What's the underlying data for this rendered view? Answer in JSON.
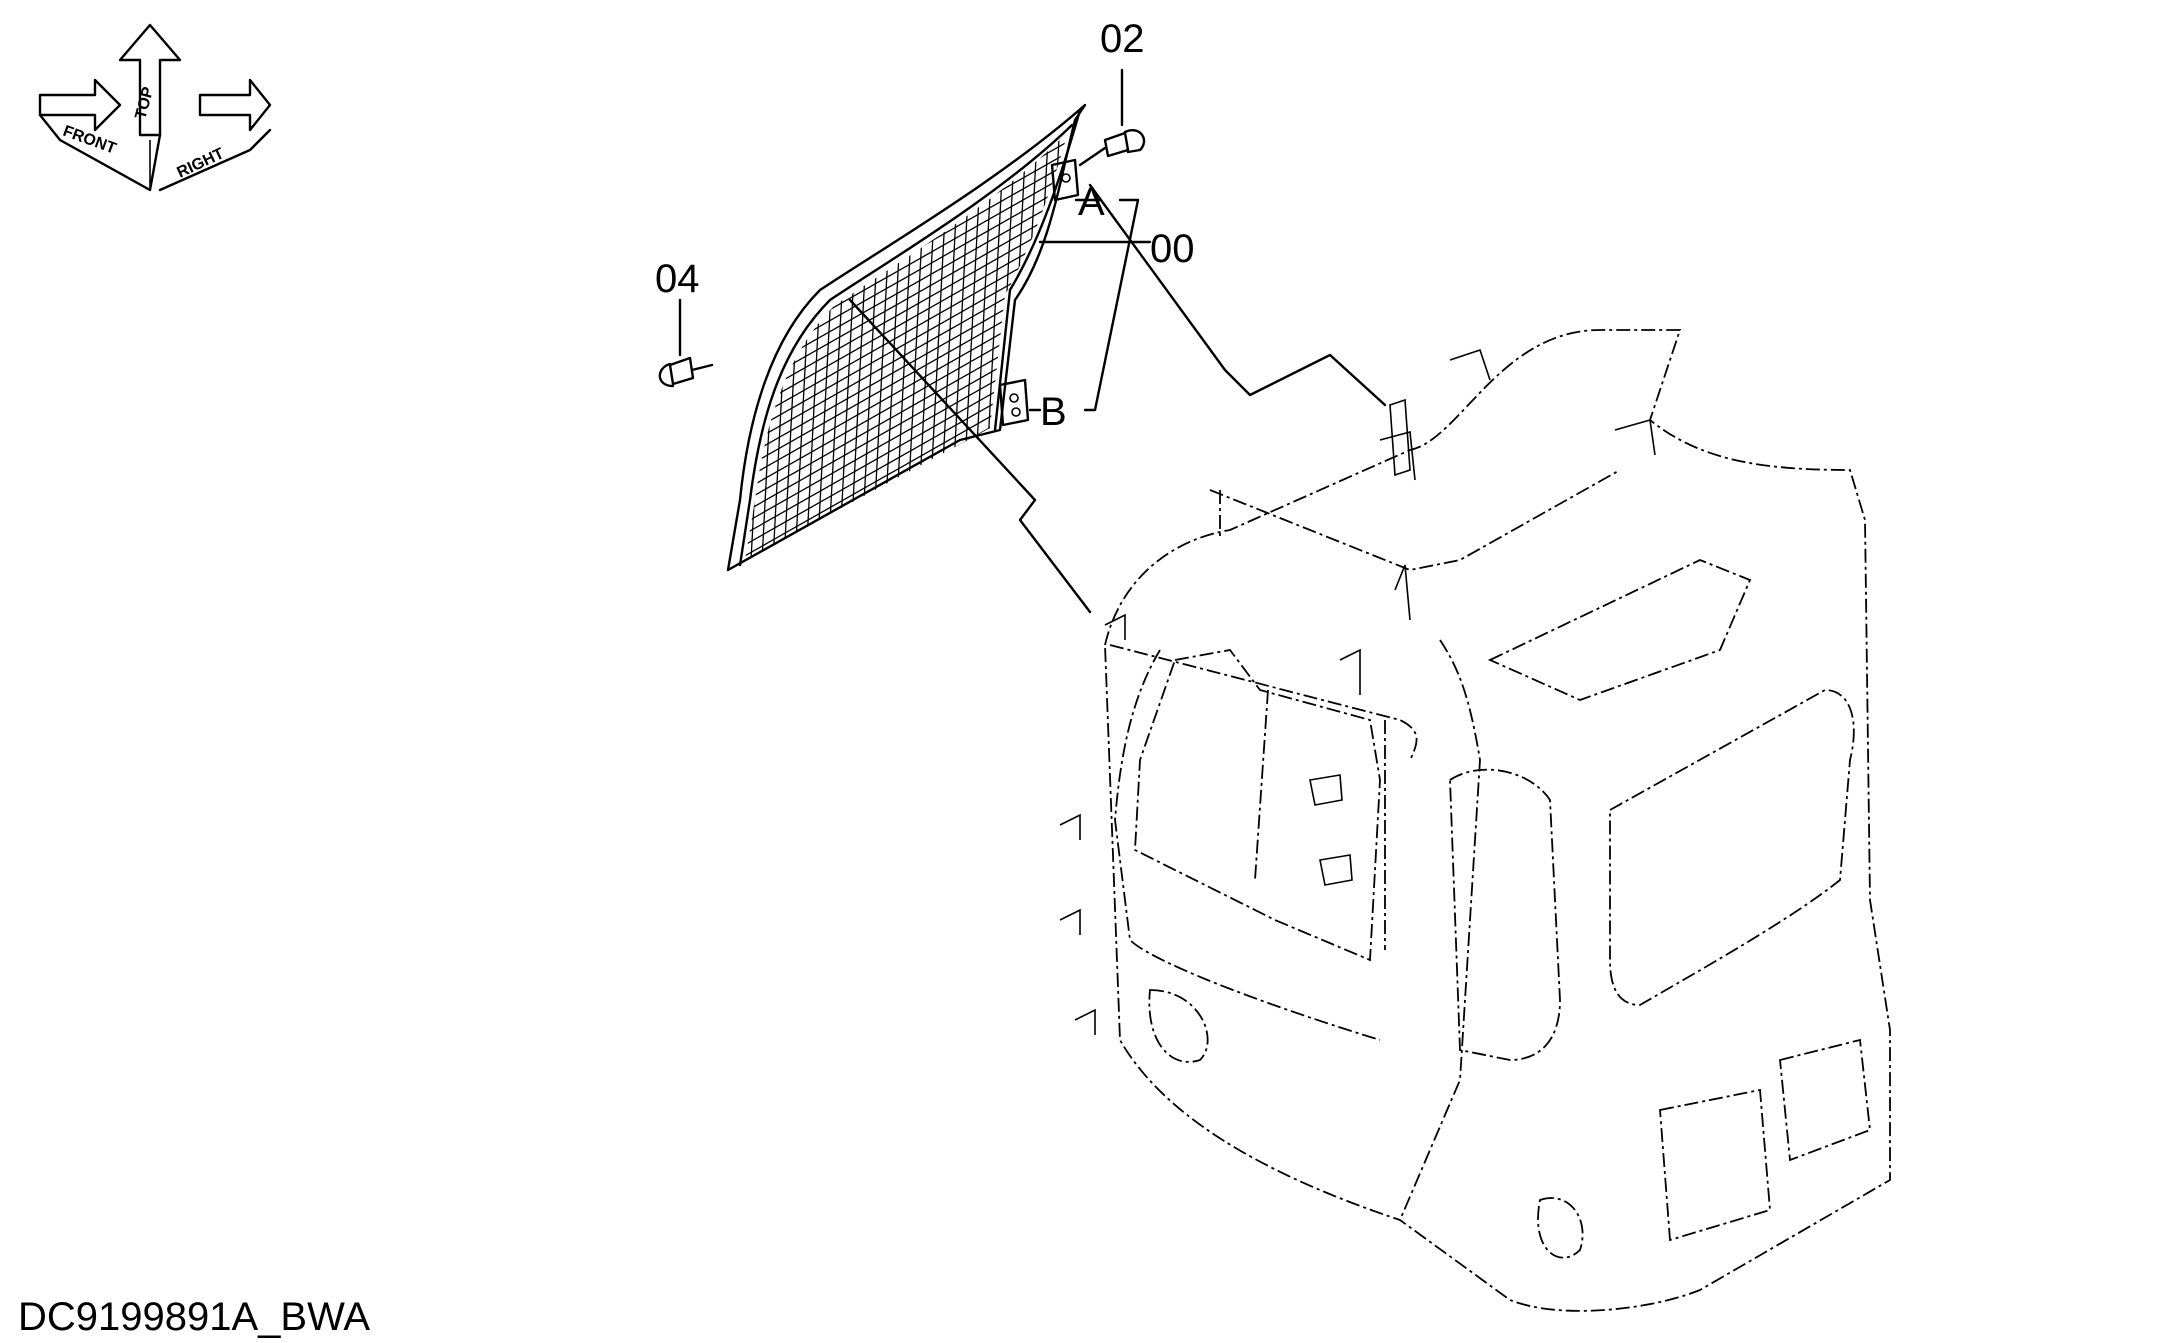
{
  "callouts": {
    "part_00": "00",
    "part_02": "02",
    "part_04": "04",
    "point_a": "A",
    "point_b": "B"
  },
  "orientation": {
    "front": "FRONT",
    "top": "TOP",
    "right": "RIGHT"
  },
  "document_id": "DC9199891A_BWA",
  "icons": [
    "orientation-arrows-icon",
    "bolt-icon",
    "mesh-guard-icon",
    "cab-icon"
  ]
}
